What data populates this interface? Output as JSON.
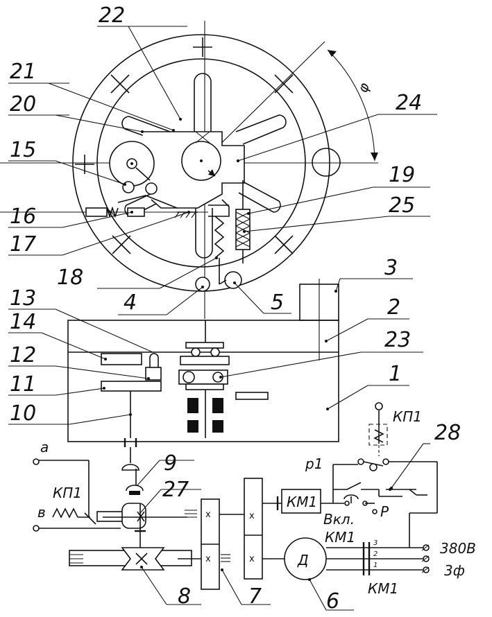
{
  "diagram": {
    "callouts": [
      "22",
      "21",
      "20",
      "24",
      "15",
      "19",
      "25",
      "16",
      "17",
      "18",
      "3",
      "4",
      "5",
      "13",
      "2",
      "14",
      "23",
      "12",
      "1",
      "11",
      "10",
      "9",
      "28",
      "27",
      "8",
      "7",
      "6"
    ],
    "labels": {
      "a": "a",
      "b": "в",
      "kp1_top": "КП1",
      "kp1_left": "КП1",
      "p1": "p1",
      "km1_box": "КМ1",
      "vkl": "Вкл.",
      "p": "P",
      "km1_mid": "КМ1",
      "km1_bottom": "КМ1",
      "motor": "Д",
      "voltage": "380В",
      "phases": "3ф",
      "phase3": "3",
      "phase2": "2",
      "phase1": "1",
      "phi": "φ"
    },
    "gear_mark": "x"
  }
}
